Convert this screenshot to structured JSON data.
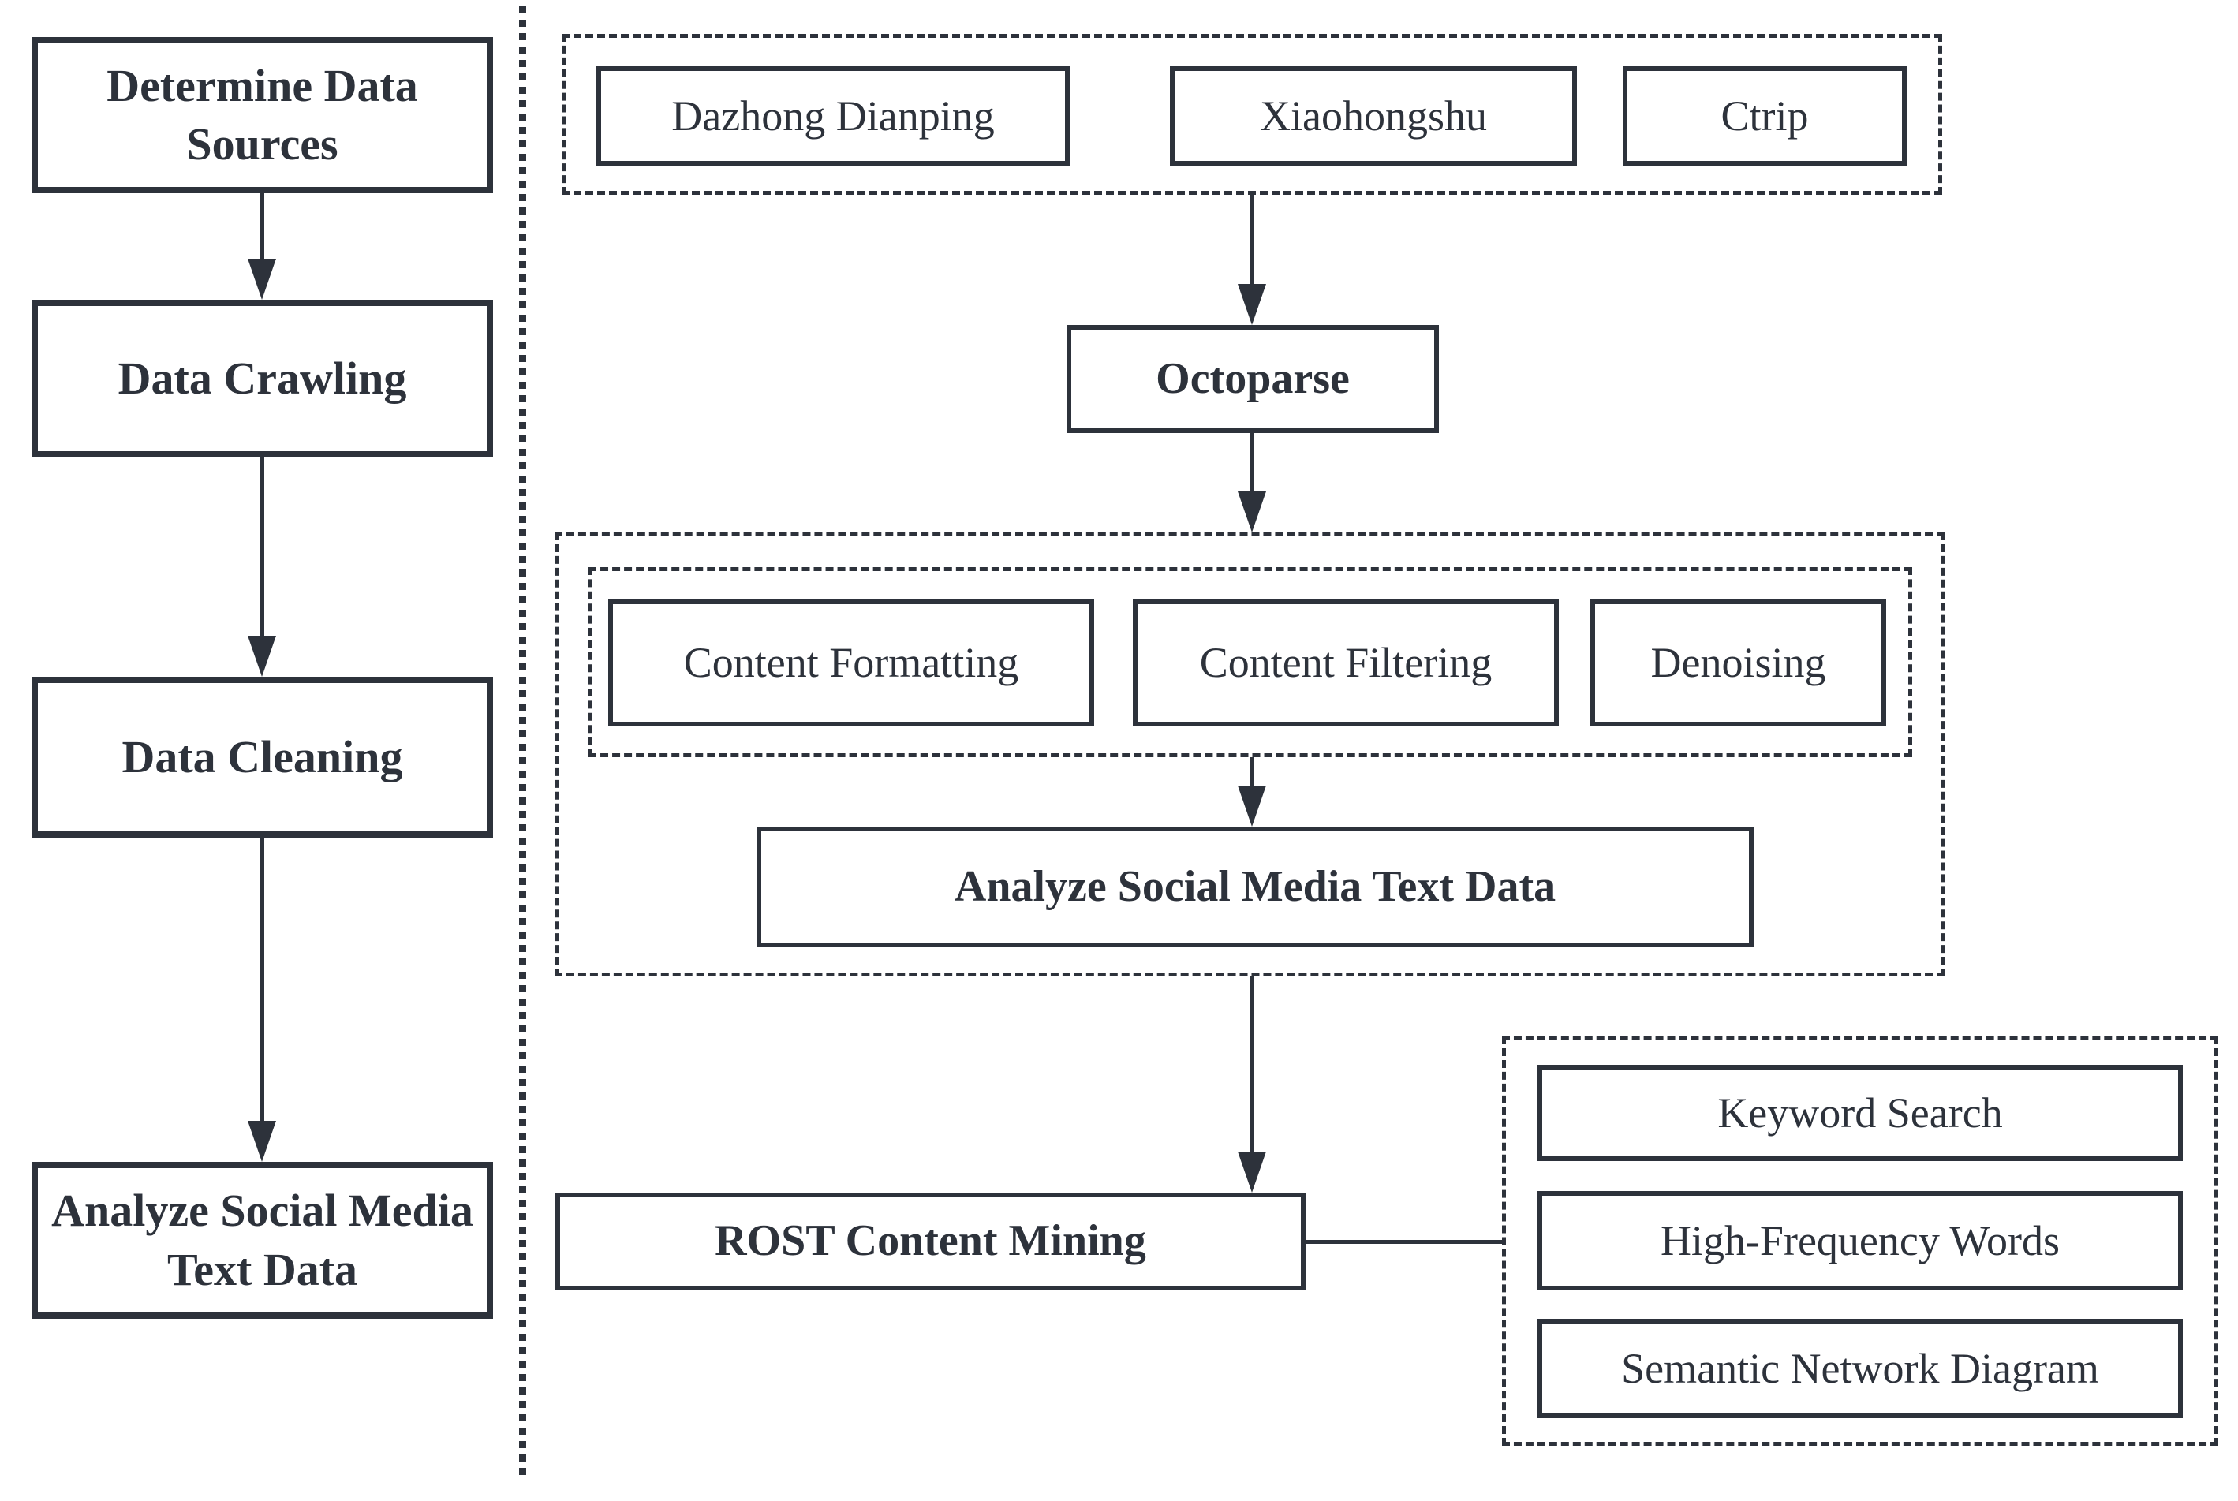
{
  "diagram": {
    "left_flow": {
      "steps": [
        "Determine Data Sources",
        "Data Crawling",
        "Data Cleaning",
        "Analyze Social Media Text Data"
      ]
    },
    "right_flow": {
      "data_sources": [
        "Dazhong Dianping",
        "Xiaohongshu",
        "Ctrip"
      ],
      "crawling_tool": "Octoparse",
      "cleaning_steps": [
        "Content Formatting",
        "Content Filtering",
        "Denoising"
      ],
      "analysis_step": "Analyze Social Media Text Data",
      "mining_tool": "ROST Content Mining",
      "analysis_outputs": [
        "Keyword Search",
        "High-Frequency Words",
        "Semantic Network Diagram"
      ]
    }
  },
  "colors": {
    "ink": "#2d323b",
    "background": "#ffffff"
  }
}
